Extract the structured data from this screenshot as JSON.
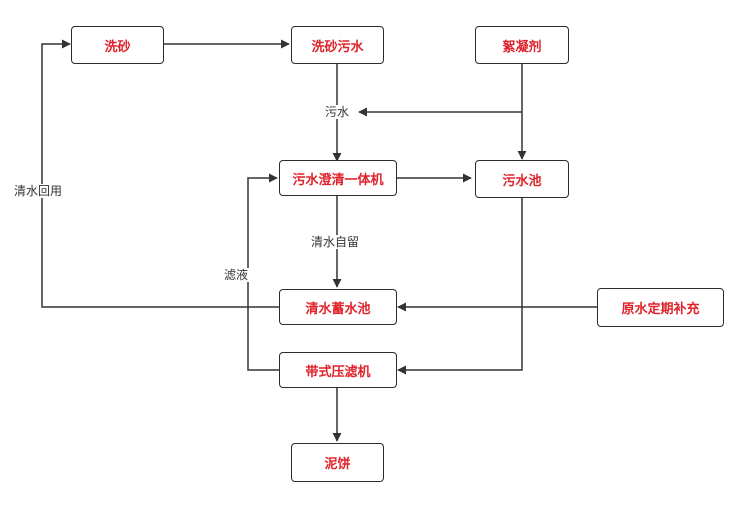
{
  "colors": {
    "node_text": "#e0222a",
    "line": "#333333"
  },
  "nodes": {
    "xisha": "洗砂",
    "xisha_wushui": "洗砂污水",
    "xuningji": "絮凝剂",
    "chengqing": "污水澄清一体机",
    "wushuichi": "污水池",
    "qingshui_chi": "清水蓄水池",
    "yuanshui": "原水定期补充",
    "yalvji": "带式压滤机",
    "nibing": "泥饼"
  },
  "edge_labels": {
    "wushui": "污水",
    "qingshui_ziliu": "清水自留",
    "qingshui_huiyong": "清水回用",
    "lvye": "滤液"
  }
}
